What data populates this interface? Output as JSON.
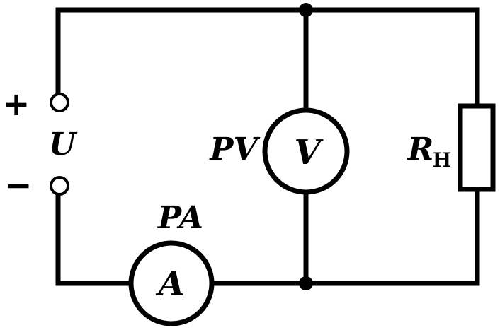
{
  "labels": {
    "source": "U",
    "plus": "+",
    "minus": "−",
    "voltmeter_name": "PV",
    "voltmeter_symbol": "V",
    "ammeter_name": "PA",
    "ammeter_symbol": "A",
    "resistor_main": "R",
    "resistor_sub": "H"
  }
}
